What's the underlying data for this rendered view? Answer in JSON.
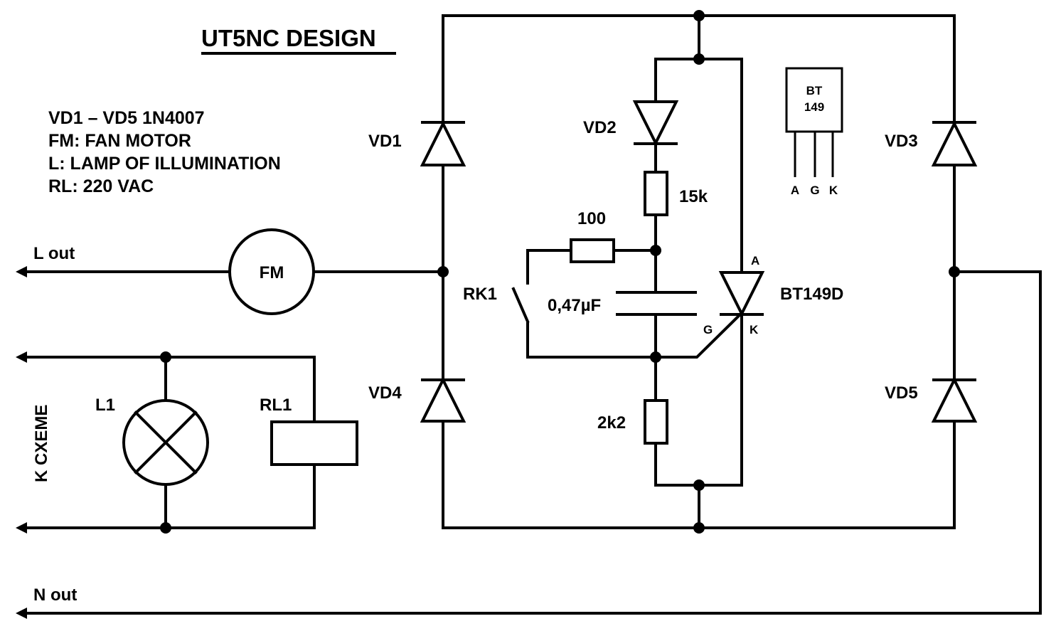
{
  "title": "UT5NC DESIGN",
  "notes": [
    "VD1 – VD5   1N4007",
    "FM: FAN MOTOR",
    "L: LAMP OF ILLUMINATION",
    "RL: 220 VAC"
  ],
  "connections": {
    "l_out": "L out",
    "n_out": "N out",
    "to_circuit": "K CXEME"
  },
  "components": {
    "fan_motor": "FM",
    "vd1": "VD1",
    "vd2": "VD2",
    "vd3": "VD3",
    "vd4": "VD4",
    "vd5": "VD5",
    "r_15k": "15k",
    "r_100": "100",
    "r_2k2": "2k2",
    "capacitor": "0,47µF",
    "switch": "RK1",
    "thyristor": "BT149D",
    "thyristor_anode": "A",
    "thyristor_gate": "G",
    "thyristor_cathode": "K",
    "lamp": "L1",
    "relay": "RL1"
  },
  "pinout": {
    "body_line1": "BT",
    "body_line2": "149",
    "pins": [
      "A",
      "G",
      "K"
    ]
  }
}
